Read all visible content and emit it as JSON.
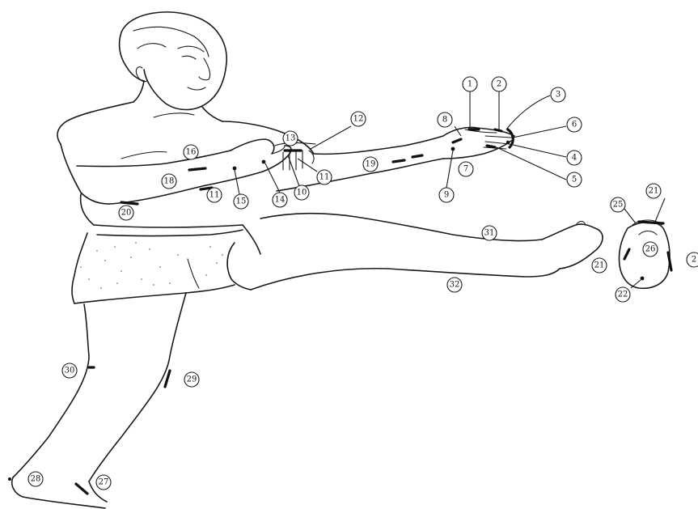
{
  "labels": {
    "l1": "1",
    "l2": "2",
    "l3": "3",
    "l4": "4",
    "l5": "5",
    "l6": "6",
    "l7": "7",
    "l8": "8",
    "l9": "9",
    "l10": "10",
    "l11a": "11",
    "l11b": "11",
    "l12": "12",
    "l13": "13",
    "l14": "14",
    "l15": "15",
    "l16": "16",
    "l18": "18",
    "l19": "19",
    "l20": "20",
    "l21a": "21",
    "l21b": "21",
    "l22": "22",
    "l23": "2",
    "l25": "25",
    "l26": "26",
    "l27": "27",
    "l28": "28",
    "l29": "29",
    "l30": "30",
    "l31": "31",
    "l32": "32"
  }
}
